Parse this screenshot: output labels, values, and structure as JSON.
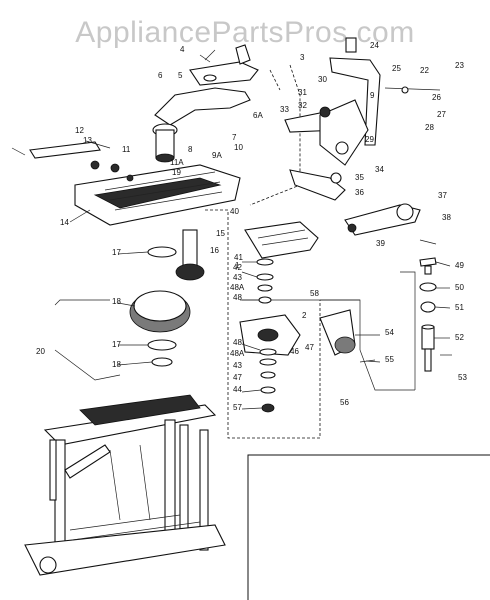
{
  "watermark": "AppliancePartsPros.com",
  "callouts": {
    "c1": "1",
    "c2": "2",
    "c3": "3",
    "c4": "4",
    "c5": "5",
    "c6": "6",
    "c6A": "6A",
    "c7": "7",
    "c8": "8",
    "c9": "9",
    "c9A": "9A",
    "c10": "10",
    "c11": "11",
    "c11A": "11A",
    "c12": "12",
    "c13": "13",
    "c14": "14",
    "c15": "15",
    "c16": "16",
    "c17": "17",
    "c18": "18",
    "c19": "19",
    "c20": "20",
    "c22": "22",
    "c23": "23",
    "c24": "24",
    "c25": "25",
    "c26": "26",
    "c27": "27",
    "c28": "28",
    "c29": "29",
    "c30": "30",
    "c31": "31",
    "c32": "32",
    "c33": "33",
    "c34": "34",
    "c35": "35",
    "c36": "36",
    "c37": "37",
    "c38": "38",
    "c39": "39",
    "c40": "40",
    "c41": "41",
    "c42": "42",
    "c43": "43",
    "c44": "44",
    "c46": "46",
    "c47": "47",
    "c48": "48",
    "c48A": "48A",
    "c49": "49",
    "c50": "50",
    "c51": "51",
    "c52": "52",
    "c53": "53",
    "c54": "54",
    "c55": "55",
    "c56": "56",
    "c57": "57",
    "c58": "58"
  }
}
